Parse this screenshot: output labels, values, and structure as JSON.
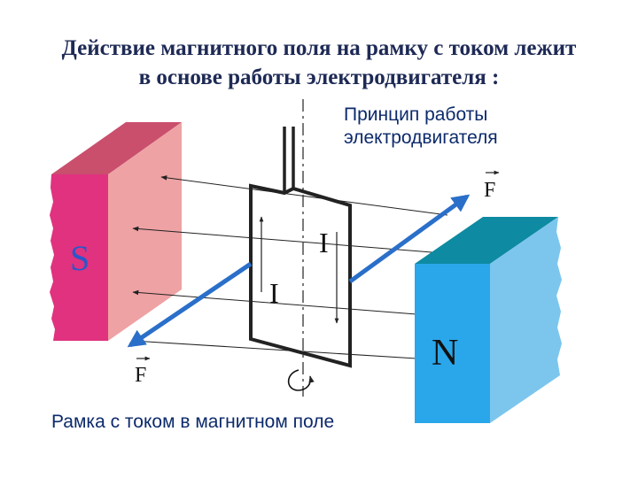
{
  "title": {
    "line1": "Действие магнитного поля на рамку с током лежит",
    "line2": "в основе работы электродвигателя :"
  },
  "diagram": {
    "caption_top_line1": "Принцип работы",
    "caption_top_line2": "электродвигателя",
    "caption_bottom": "Рамка с током в магнитном поле",
    "magnet_left_label": "S",
    "magnet_right_label": "N",
    "current_label_left": "I",
    "current_label_right": "I",
    "force_label_top": "F",
    "force_label_bottom": "F"
  },
  "colors": {
    "magnet_s_front": "#e0327f",
    "magnet_s_side": "#eea2a4",
    "magnet_s_top": "#c94f6d",
    "magnet_n_front": "#2aa7ea",
    "magnet_n_side": "#7cc6ee",
    "magnet_n_top": "#0e8aa2",
    "force_arrow": "#2a6fc9",
    "caption_text": "#0c2a6b"
  }
}
